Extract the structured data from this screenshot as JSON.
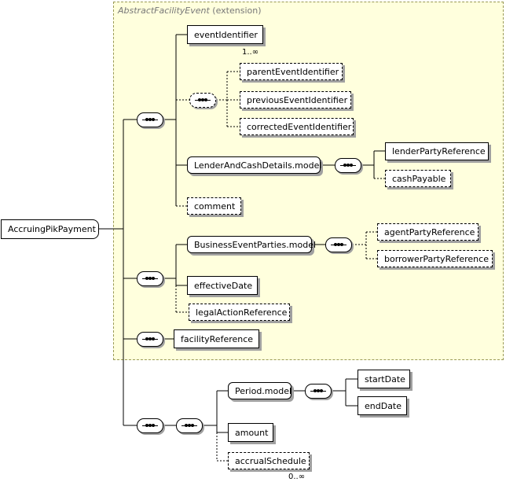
{
  "extension": {
    "base": "AbstractFacilityEvent",
    "suffix": "(extension)"
  },
  "root": "AccruingPikPayment",
  "elements": {
    "eventIdentifier": "eventIdentifier",
    "eventIdentifierMult": "1..∞",
    "parentEventIdentifier": "parentEventIdentifier",
    "previousEventIdentifier": "previousEventIdentifier",
    "correctedEventIdentifier": "correctedEventIdentifier",
    "lenderAndCashDetails": "LenderAndCashDetails.model",
    "lenderPartyReference": "lenderPartyReference",
    "cashPayable": "cashPayable",
    "comment": "comment",
    "businessEventParties": "BusinessEventParties.model",
    "agentPartyReference": "agentPartyReference",
    "borrowerPartyReference": "borrowerPartyReference",
    "effectiveDate": "effectiveDate",
    "legalActionReference": "legalActionReference",
    "facilityReference": "facilityReference",
    "periodModel": "Period.model",
    "startDate": "startDate",
    "endDate": "endDate",
    "amount": "amount",
    "accrualSchedule": "accrualSchedule",
    "accrualScheduleMult": "0..∞"
  }
}
